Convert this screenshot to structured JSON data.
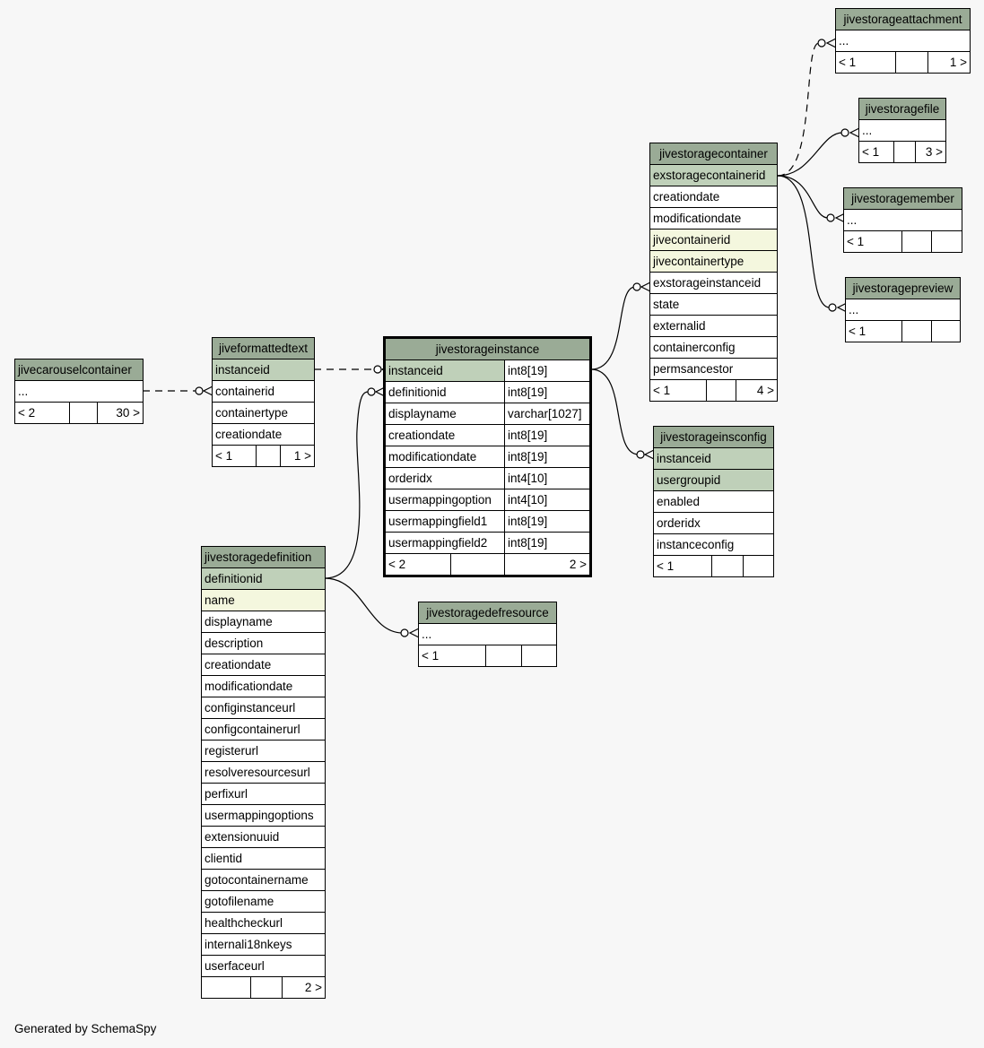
{
  "footer_text": "Generated by SchemaSpy",
  "colors": {
    "background": "#f7f7f7",
    "header": "#9aab96",
    "primary_key": "#bfd0b9",
    "indexed": "#f4f7de"
  },
  "tables": {
    "jivecarouselcontainer": {
      "name": "jivecarouselcontainer",
      "rows": [
        "..."
      ],
      "footer": [
        "< 2",
        "",
        "30 >"
      ]
    },
    "jiveformattedtext": {
      "name": "jiveformattedtext",
      "rows": [
        "instanceid",
        "containerid",
        "containertype",
        "creationdate"
      ],
      "footer": [
        "< 1",
        "",
        "1 >"
      ]
    },
    "jivestorageinstance": {
      "name": "jivestorageinstance",
      "columns": [
        {
          "name": "instanceid",
          "type": "int8[19]"
        },
        {
          "name": "definitionid",
          "type": "int8[19]"
        },
        {
          "name": "displayname",
          "type": "varchar[1027]"
        },
        {
          "name": "creationdate",
          "type": "int8[19]"
        },
        {
          "name": "modificationdate",
          "type": "int8[19]"
        },
        {
          "name": "orderidx",
          "type": "int4[10]"
        },
        {
          "name": "usermappingoption",
          "type": "int4[10]"
        },
        {
          "name": "usermappingfield1",
          "type": "int8[19]"
        },
        {
          "name": "usermappingfield2",
          "type": "int8[19]"
        }
      ],
      "footer": [
        "< 2",
        "",
        "2 >"
      ]
    },
    "jivestoragedefinition": {
      "name": "jivestoragedefinition",
      "rows": [
        "definitionid",
        "name",
        "displayname",
        "description",
        "creationdate",
        "modificationdate",
        "configinstanceurl",
        "configcontainerurl",
        "registerurl",
        "resolveresourcesurl",
        "perfixurl",
        "usermappingoptions",
        "extensionuuid",
        "clientid",
        "gotocontainername",
        "gotofilename",
        "healthcheckurl",
        "internali18nkeys",
        "userfaceurl"
      ],
      "footer": [
        "",
        "",
        "2 >"
      ]
    },
    "jivestoragedefresource": {
      "name": "jivestoragedefresource",
      "rows": [
        "..."
      ],
      "footer": [
        "< 1",
        "",
        ""
      ]
    },
    "jivestoragecontainer": {
      "name": "jivestoragecontainer",
      "rows": [
        "exstoragecontainerid",
        "creationdate",
        "modificationdate",
        "jivecontainerid",
        "jivecontainertype",
        "exstorageinstanceid",
        "state",
        "externalid",
        "containerconfig",
        "permsancestor"
      ],
      "footer": [
        "< 1",
        "",
        "4 >"
      ]
    },
    "jivestorageinsconfig": {
      "name": "jivestorageinsconfig",
      "rows": [
        "instanceid",
        "usergroupid",
        "enabled",
        "orderidx",
        "instanceconfig"
      ],
      "footer": [
        "< 1",
        "",
        ""
      ]
    },
    "jivestorageattachment": {
      "name": "jivestorageattachment",
      "rows": [
        "..."
      ],
      "footer": [
        "< 1",
        "",
        "1 >"
      ]
    },
    "jivestoragefile": {
      "name": "jivestoragefile",
      "rows": [
        "..."
      ],
      "footer": [
        "< 1",
        "",
        "3 >"
      ]
    },
    "jivestoragemember": {
      "name": "jivestoragemember",
      "rows": [
        "..."
      ],
      "footer": [
        "< 1",
        "",
        ""
      ]
    },
    "jivestoragepreview": {
      "name": "jivestoragepreview",
      "rows": [
        "..."
      ],
      "footer": [
        "< 1",
        "",
        ""
      ]
    }
  }
}
